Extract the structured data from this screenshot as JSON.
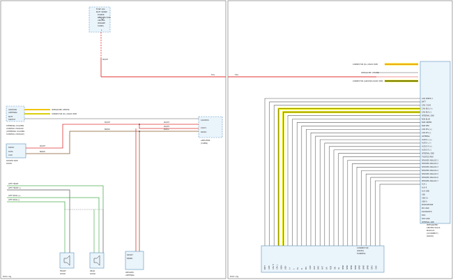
{
  "colors": {
    "red_wire": "#e03131",
    "brown_wire": "#8b5a2b",
    "green_wire": "#4caf50",
    "gray_wire": "#555555",
    "highlight": "#f5f500",
    "component_fill": "#eaf4fb",
    "component_border": "#5a8fb8"
  },
  "left_sheet": {
    "fuse_box": {
      "lines": [
        "FUSE 10A",
        "BATT SENSE",
        "POWER",
        "DISTRIBUTION",
        "CENTER",
        "(ENGINE",
        "COMP)"
      ],
      "pin": "1"
    },
    "ignition_module": {
      "lines": [
        "IGNITION",
        "ANTENNA",
        "BATT",
        "SWITCH"
      ],
      "caption": [
        "STEERING COLUMN",
        "CONTROL MODULE",
        "(STEERING COLUMN",
        "CONTROL MODULE)"
      ]
    },
    "radio_box": {
      "lines": [
        "RADIO",
        "DATA",
        "CAN"
      ],
      "caption": [
        "DRIVER SIDE",
        "DOOR"
      ]
    },
    "amp_box": {
      "lines": [
        "CAN BUS",
        "CAN C",
        "RADIO"
      ],
      "caption": [
        "AMPLIFIER",
        "(CABIN)"
      ]
    },
    "wire_labels": [
      "RD/WT",
      "RD/WT",
      "RD/WT",
      "RD/LG",
      "BN/RD",
      "RD/WT",
      "RD/WT",
      "BN/RD"
    ],
    "top_right_tag": "F44",
    "green_wire_labels": [
      "LEFT FRONT",
      "LEFT FRONT (-)",
      "LEFT REAR (+)",
      "LEFT REAR (-)"
    ],
    "speakers": [
      {
        "caption": [
          "FRONT",
          "DOOR",
          "SPEAKER"
        ]
      },
      {
        "caption": [
          "REAR",
          "DOOR",
          "SPEAKER"
        ]
      },
      {
        "caption": [
          "REAR",
          "SPEAKER",
          "ANTENNA"
        ]
      }
    ],
    "footer": "ECM 1 Pg"
  },
  "right_sheet": {
    "header_tag": "F44",
    "top_callouts": [
      "CONNECTOR (B+) RADIO PWR",
      "INTEGRATED CENTER",
      "CONNECTOR (GROUND) RADIO PWR"
    ],
    "module_pins": [
      "CAN SPEED 1",
      "BATT",
      "CAN C BUS",
      "CAN BUS (+)",
      "CAN BUS (-)",
      "INTERNAL GND",
      "RGB BLUE",
      "RGB GREEN",
      "RGB RED",
      "CAN IHS (+)",
      "CAN IHS (-)",
      "ANTENNA",
      "AUDIO L (+)",
      "AUDIO L (-)",
      "AUDIO R (+)",
      "AUDIO R (-)",
      "INTERNAL GND",
      "TWISTED PAIR",
      "SPEAKER ANALOG 1",
      "SPEAKER ANALOG 2",
      "SPEAKER ANALOG 3",
      "SPEAKER ANALOG 4",
      "SPEAKER ANALOG 5",
      "SPEAKER ANALOG 6",
      "SPEAKER ANALOG 7",
      "AUX L",
      "AUX R",
      "AUX GND",
      "USB",
      "USB D+",
      "USB D-",
      "MICROPHONE",
      "MIC GND",
      "DIAGNOSTIC",
      "SWC",
      "SWC GND",
      "INTERNAL GND"
    ],
    "module_caption": [
      "INTEGRATED",
      "CENTER STACK",
      "MODULE",
      "(UCONNECT)",
      "(RADIO)"
    ],
    "bottom_connector": {
      "caption": [
        "CONNECTOR",
        "(RADIO)",
        "HARNESS"
      ],
      "pins": [
        "BATT",
        "GND",
        "CAN H",
        "CAN L",
        "USB+",
        "USB-",
        "L+",
        "L-",
        "R+",
        "R-",
        "MIC",
        "GND",
        "AUX",
        "SWC",
        "ANT",
        "LIN",
        "RGB",
        "IGN",
        "ILL",
        "SPKR",
        "SPKR",
        "SPKR",
        "SPKR",
        "SPKR",
        "SPKR",
        "SPKR",
        "DIAG",
        "GND"
      ]
    },
    "footer": "ECM 1 Pg"
  }
}
